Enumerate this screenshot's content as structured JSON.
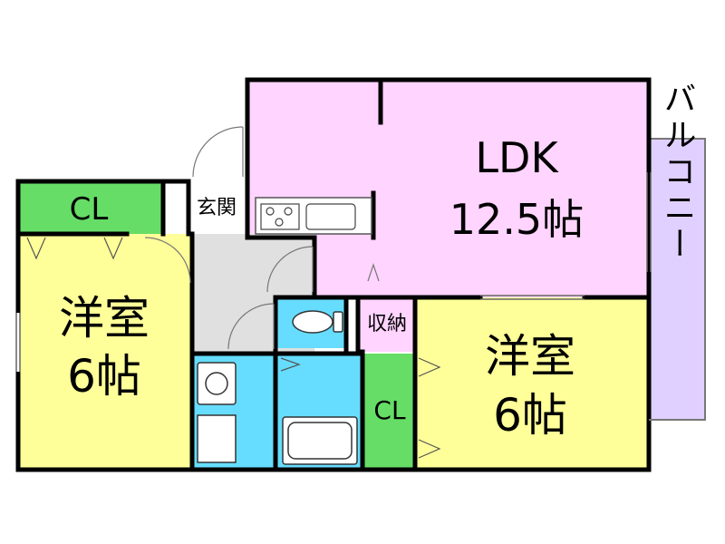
{
  "rooms": {
    "ldk": {
      "name": "LDK",
      "size": "12.5帖",
      "color": "#ffd4ff"
    },
    "western_left": {
      "name": "洋室",
      "size": "6帖",
      "color": "#ffff99"
    },
    "western_right": {
      "name": "洋室",
      "size": "6帖",
      "color": "#ffff99"
    },
    "closet_top_left": {
      "name": "CL",
      "color": "#66dd66"
    },
    "closet_right": {
      "name": "CL",
      "color": "#66dd66"
    },
    "storage": {
      "name": "収納",
      "color": "#ffd4ff"
    },
    "entrance": {
      "name": "玄関",
      "color": "#ffffff"
    },
    "balcony": {
      "name": "バルコニー",
      "color": "#e0d0ff"
    },
    "toilet": {
      "color": "#66ddff"
    },
    "washroom": {
      "color": "#66ddff"
    },
    "bathroom": {
      "color": "#66ddff"
    },
    "hall": {
      "color": "#e0e0e0"
    }
  },
  "icons": {
    "toilet": "toilet-icon",
    "sink": "sink-icon",
    "bathtub": "bathtub-icon",
    "stove": "stove-icon",
    "kitchen_sink": "kitchen-sink-icon",
    "door": "door-swing-icon",
    "closet_doors": "folding-door-icon"
  }
}
